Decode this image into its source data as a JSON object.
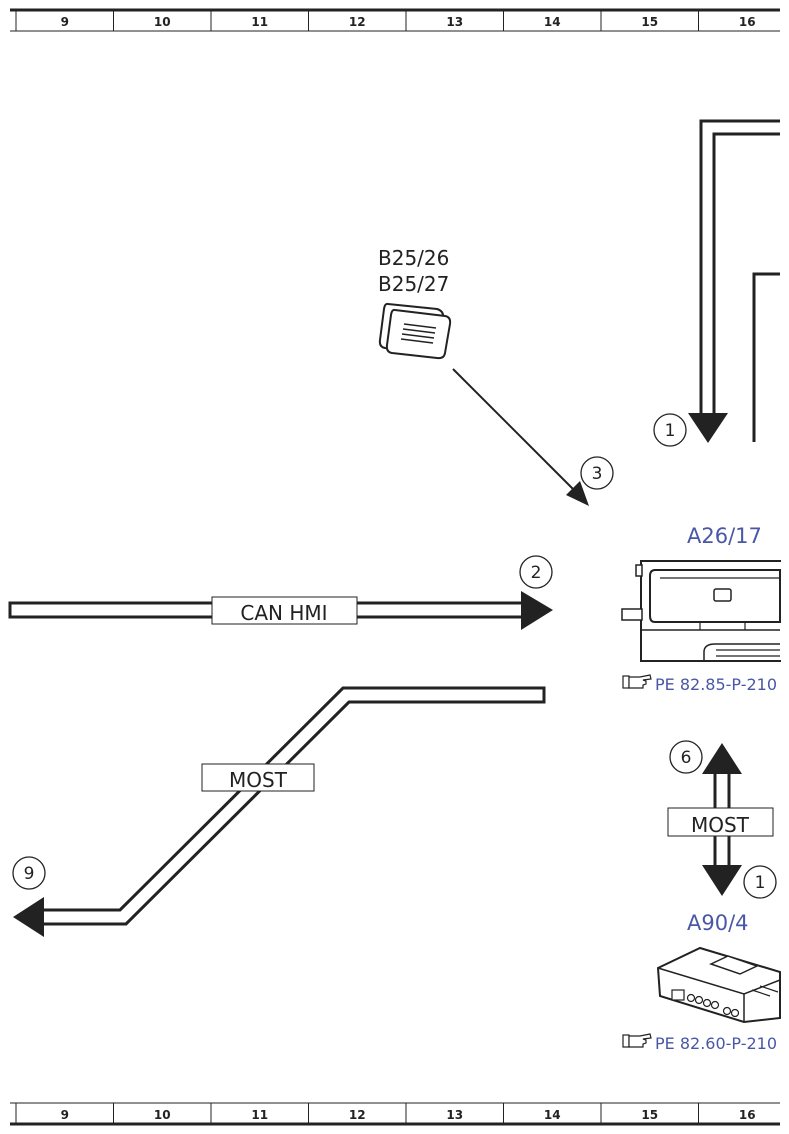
{
  "ruler": {
    "columns": [
      "9",
      "10",
      "11",
      "12",
      "13",
      "14",
      "15",
      "16"
    ]
  },
  "sensors": {
    "label_1": "B25/26",
    "label_2": "B25/27"
  },
  "components": {
    "a26": {
      "name": "A26/17",
      "ref": "PE 82.85-P-210"
    },
    "a90": {
      "name": "A90/4",
      "ref": "PE 82.60-P-210"
    }
  },
  "bus_labels": {
    "can_hmi": "CAN HMI",
    "most_left": "MOST",
    "most_right": "MOST"
  },
  "callouts": {
    "top_one": "1",
    "arrow_three": "3",
    "can_two": "2",
    "most_six": "6",
    "bottom_one": "1",
    "left_nine": "9"
  },
  "colors": {
    "line": "#222222",
    "component_text": "#4a57a6"
  }
}
